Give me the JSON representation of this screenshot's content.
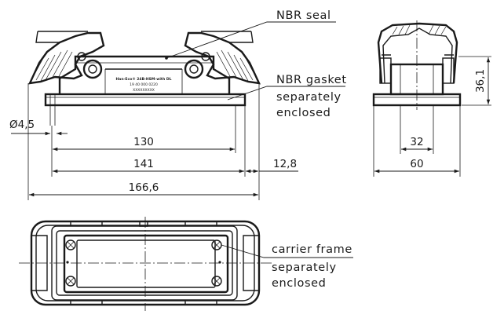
{
  "labels": {
    "nbr_seal": "NBR seal",
    "nbr_gasket": "NBR gasket",
    "separately_1": "separately",
    "enclosed_1": "enclosed",
    "carrier_frame": "carrier frame",
    "separately_2": "separately",
    "enclosed_2": "enclosed"
  },
  "dimensions": {
    "hole_diameter": "Ø4,5",
    "d130": "130",
    "d141": "141",
    "d128": "12,8",
    "d1666": "166,6",
    "d32": "32",
    "d60": "60",
    "d361": "36,1"
  },
  "marking": {
    "line1": "Han-Eco® 24B-HSM-with DL",
    "line2": "19 40 000 0220",
    "line3": "XXXXXXXXX"
  }
}
